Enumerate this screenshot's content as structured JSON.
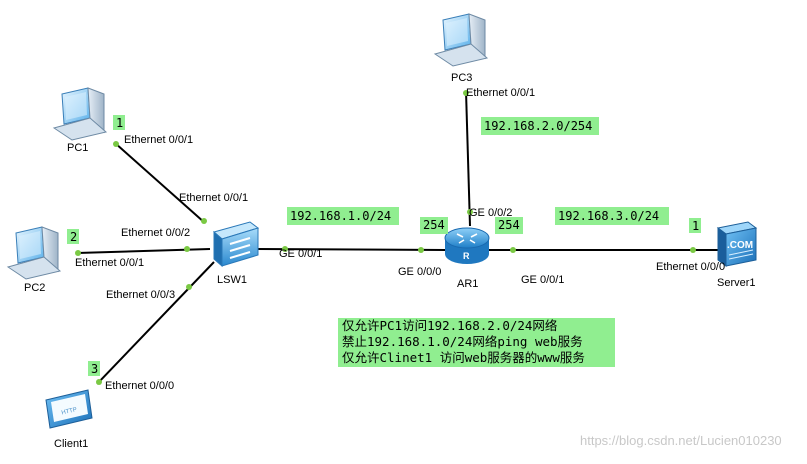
{
  "devices": {
    "pc1": "PC1",
    "pc2": "PC2",
    "pc3": "PC3",
    "client1": "Client1",
    "lsw1": "LSW1",
    "ar1": "AR1",
    "server1": "Server1",
    "client_screen_text": "HTTP",
    "server_screen_text": ".COM",
    "router_mark": "R"
  },
  "ports": {
    "pc1_eth": "Ethernet 0/0/1",
    "lsw1_to_pc1": "Ethernet 0/0/1",
    "lsw1_to_pc2": "Ethernet 0/0/2",
    "pc2_eth": "Ethernet 0/0/1",
    "lsw1_to_client": "Ethernet 0/0/3",
    "client_eth": "Ethernet 0/0/0",
    "lsw1_to_ar1": "GE 0/0/1",
    "ar1_to_lsw1": "GE 0/0/0",
    "ar1_to_pc3": "GE 0/0/2",
    "ar1_to_server": "GE 0/0/1",
    "pc3_eth": "Ethernet 0/0/1",
    "server_eth": "Ethernet 0/0/0"
  },
  "highlights": {
    "pc1_tag": "1",
    "pc2_tag": "2",
    "client_tag": "3",
    "server_tag": "1",
    "net_1": "192.168.1.0/24",
    "net_2": "192.168.2.0/254",
    "net_3": "192.168.3.0/24",
    "ar1_if_left": "254",
    "ar1_if_right": "254"
  },
  "notes": [
    "仅允许PC1访问192.168.2.0/24网络",
    "禁止192.168.1.0/24网络ping web服务",
    "仅允许Clinet1 访问web服务器的www服务"
  ],
  "watermark": "https://blog.csdn.net/Lucien010230",
  "colors": {
    "highlight": "#90ee90",
    "link_line": "#000000",
    "port_dot": "#7ac943",
    "device_blue": "#2f8ed6",
    "watermark": "#c8c8c8"
  }
}
